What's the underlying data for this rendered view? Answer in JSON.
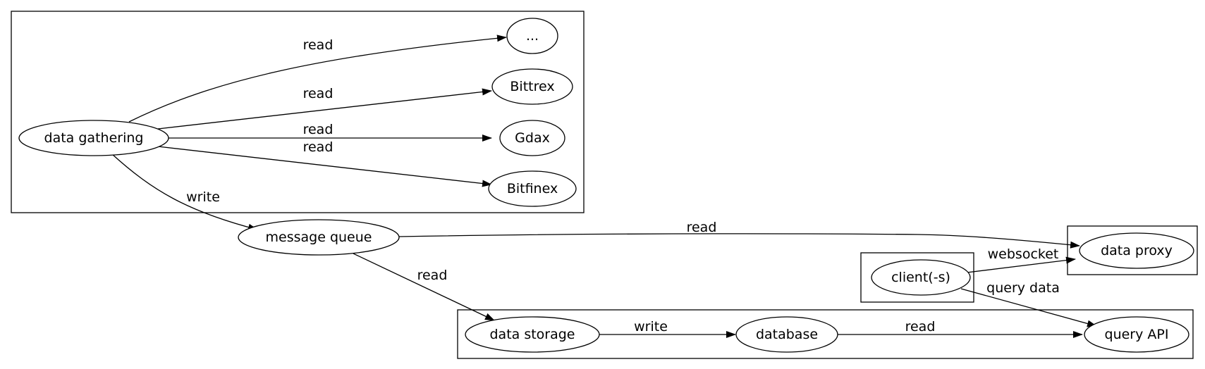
{
  "nodes": {
    "data_gathering": "data gathering",
    "ellipsis": "...",
    "bittrex": "Bittrex",
    "gdax": "Gdax",
    "bitfinex": "Bitfinex",
    "message_queue": "message queue",
    "data_proxy": "data proxy",
    "client": "client(-s)",
    "data_storage": "data storage",
    "database": "database",
    "query_api": "query API"
  },
  "edges": {
    "gathering_to_ellipsis": "read",
    "gathering_to_bittrex": "read",
    "gathering_to_gdax": "read",
    "gathering_to_bitfinex": "read",
    "gathering_to_queue": "write",
    "queue_to_proxy": "read",
    "queue_to_storage": "read",
    "client_to_proxy": "websocket",
    "client_to_query": "query data",
    "storage_to_database": "write",
    "database_to_query": "read"
  }
}
